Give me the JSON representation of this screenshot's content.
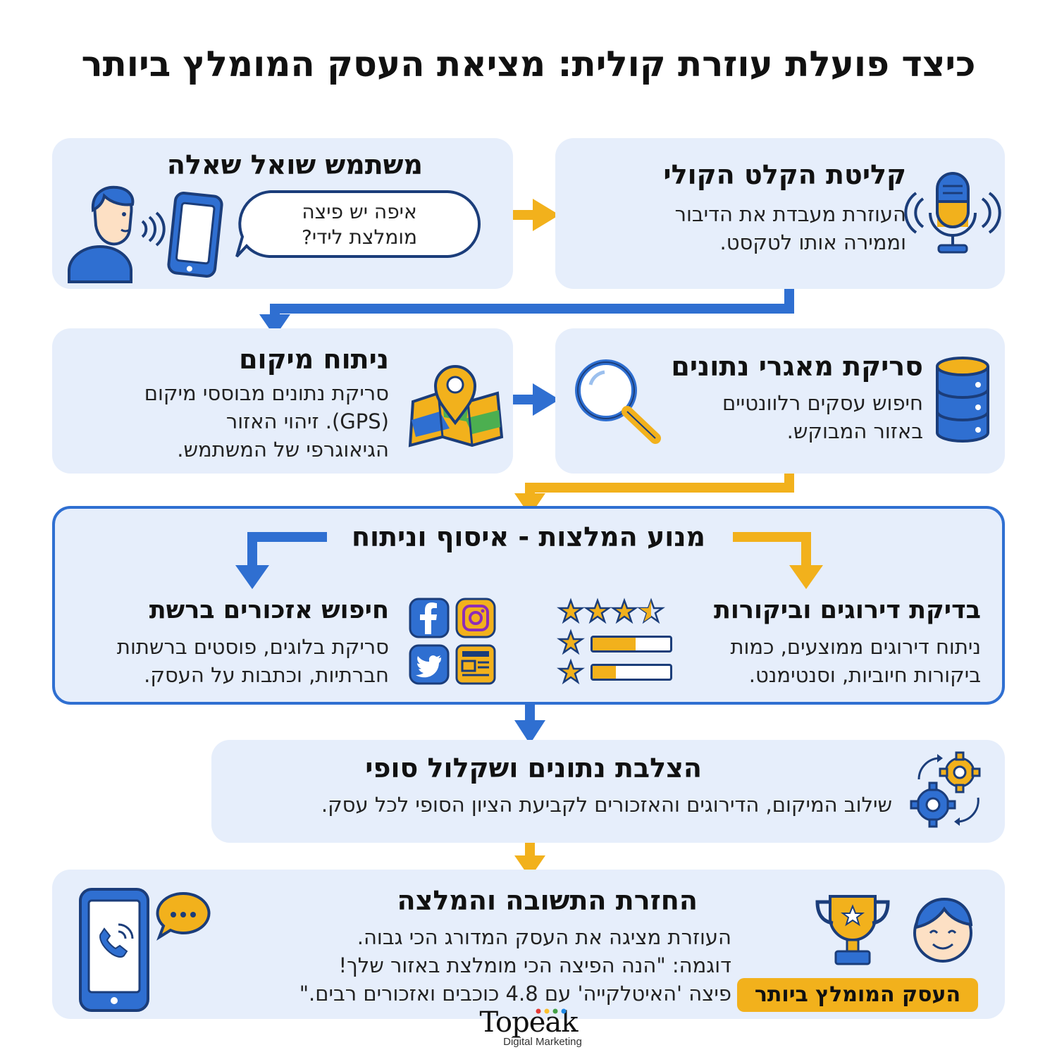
{
  "title": "כיצד פועלת עוזרת קולית: מציאת העסק המומלץ ביותר",
  "steps": {
    "voice_capture": {
      "title": "קליטת הקלט הקולי",
      "lines": [
        "העוזרת מעבדת את הדיבור",
        "וממירה אותו לטקסט."
      ]
    },
    "user_asks": {
      "title": "משתמש שואל שאלה",
      "bubble_lines": [
        "איפה יש פיצה",
        "מומלצת לידי?"
      ]
    },
    "db_scan": {
      "title": "סריקת מאגרי נתונים",
      "lines": [
        "חיפוש עסקים רלוונטיים",
        "באזור המבוקש."
      ]
    },
    "location": {
      "title": "ניתוח מיקום",
      "lines": [
        "סריקת נתונים מבוססי מיקום",
        "(GPS). זיהוי האזור",
        "הגיאוגרפי של המשתמש."
      ]
    },
    "engine": {
      "title": "מנוע המלצות - איסוף וניתוח",
      "ratings": {
        "title": "בדיקת דירוגים וביקורות",
        "lines": [
          "ניתוח דירוגים ממוצעים, כמות",
          "ביקורות חיוביות, וסנטימנט."
        ],
        "bar_levels": [
          0.55,
          0.3
        ]
      },
      "mentions": {
        "title": "חיפוש אזכורים ברשת",
        "lines": [
          "סריקת בלוגים, פוסטים ברשתות",
          "חברתיות, וכתבות על העסק."
        ]
      }
    },
    "merge": {
      "title": "הצלבת נתונים ושקלול סופי",
      "lines": [
        "שילוב המיקום, הדירוגים והאזכורים לקביעת הציון הסופי לכל עסק."
      ]
    },
    "answer": {
      "title": "החזרת התשובה והמלצה",
      "lines": [
        "העוזרת מציגה את העסק המדורג הכי גבוה.",
        "דוגמה: \"הנה הפיצה הכי מומלצת באזור שלך!",
        "פיצה 'האיטלקייה' עם 4.8 כוכבים ואזכורים רבים.\""
      ],
      "badge": "העסק המומלץ ביותר"
    }
  },
  "brand": {
    "name": "Topeak",
    "tagline": "Digital Marketing"
  },
  "colors": {
    "blue": "#2f6fd1",
    "yellow": "#f2b11c",
    "card": "#e6eefb",
    "dark": "#1b3d7a"
  }
}
